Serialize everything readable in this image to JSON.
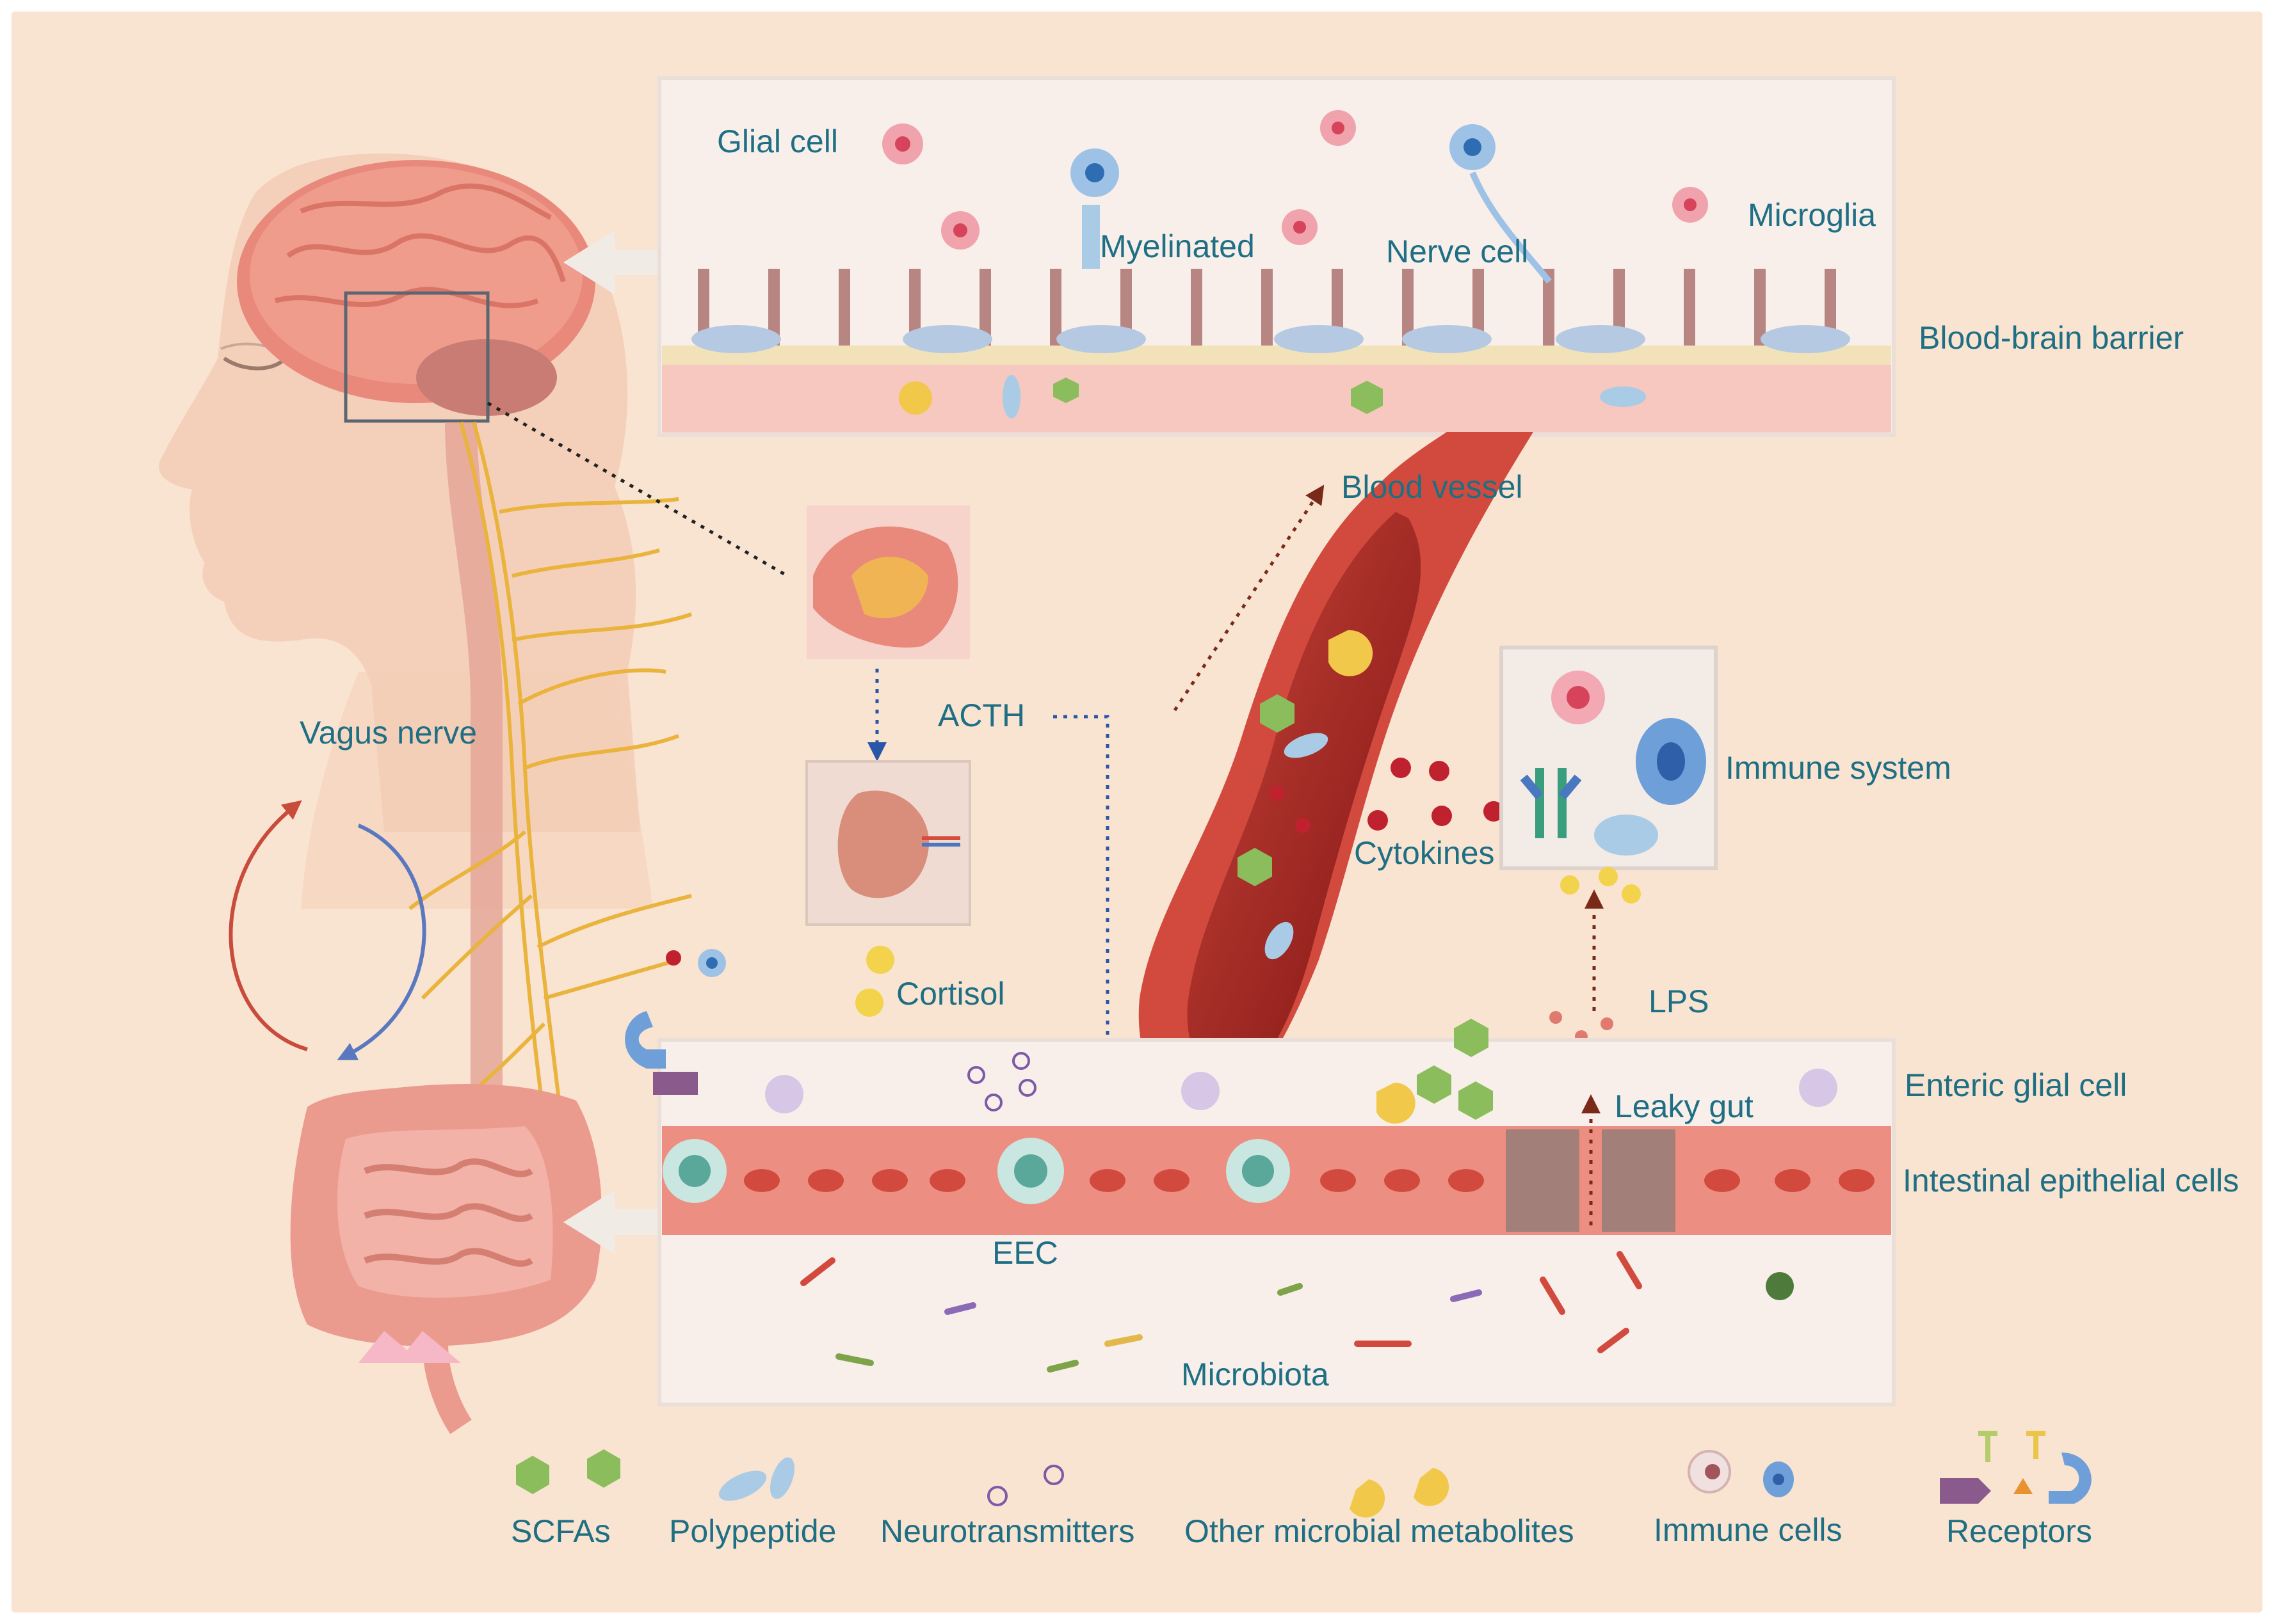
{
  "colors": {
    "background": "#f9e3d1",
    "label_teal": "#1f6f84",
    "panel_bg": "#f8efea",
    "vessel_red": "#9b1b1b",
    "nerve_yellow": "#e9b33c",
    "scfa_green": "#8bbd5c",
    "polypeptide_blue": "#a9cbe6",
    "neurotransmitter_purple": "#b59ad6",
    "metabolite_yellow": "#f2c84b",
    "cytokine_red": "#c0212e"
  },
  "brain_panel": {
    "glial_cell": "Glial cell",
    "myelinated": "Myelinated",
    "nerve_cell": "Nerve cell",
    "microglia": "Microglia",
    "blood_brain_barrier": "Blood-brain barrier"
  },
  "body": {
    "vagus_nerve": "Vagus nerve",
    "acth": "ACTH",
    "cortisol": "Cortisol"
  },
  "vessel": {
    "blood_vessel": "Blood vessel",
    "cytokines": "Cytokines",
    "immune_system": "Immune system",
    "lps": "LPS"
  },
  "gut_panel": {
    "enteric_glial_cell": "Enteric glial cell",
    "leaky_gut": "Leaky gut",
    "intestinal_epithelial_cells": "Intestinal epithelial cells",
    "eec": "EEC",
    "microbiota": "Microbiota"
  },
  "legend": {
    "scfas": "SCFAs",
    "polypeptide": "Polypeptide",
    "neurotransmitters": "Neurotransmitters",
    "other_metabolites": "Other microbial metabolites",
    "immune_cells": "Immune cells",
    "receptors": "Receptors"
  }
}
